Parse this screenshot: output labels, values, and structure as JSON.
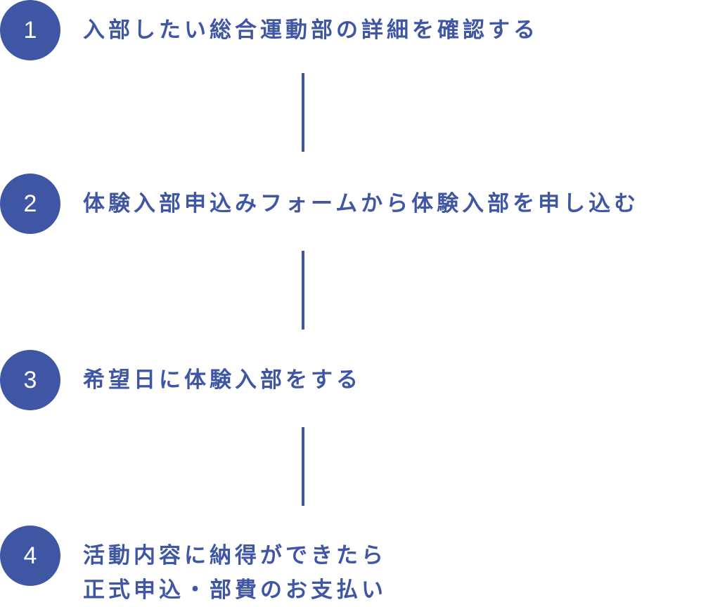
{
  "accent_color": "#3f56a5",
  "steps": [
    {
      "number": "1",
      "lines": [
        "入部したい総合運動部の詳細を確認する"
      ]
    },
    {
      "number": "2",
      "lines": [
        "体験入部申込みフォームから体験入部を申し込む"
      ]
    },
    {
      "number": "3",
      "lines": [
        "希望日に体験入部をする"
      ]
    },
    {
      "number": "4",
      "lines": [
        "活動内容に納得ができたら",
        "正式申込・部費のお支払い"
      ]
    }
  ]
}
